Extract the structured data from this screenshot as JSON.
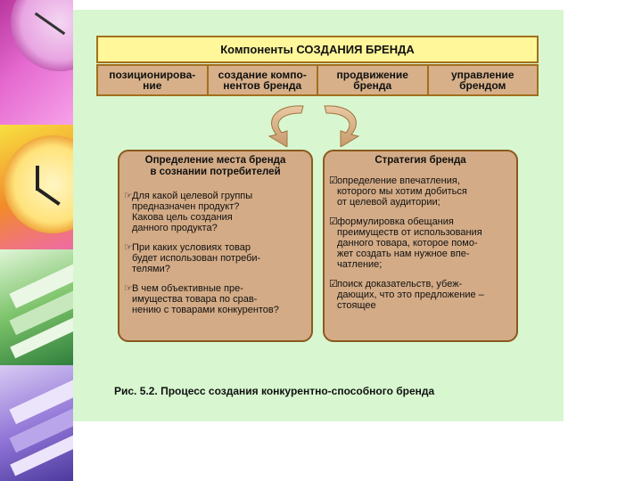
{
  "header": {
    "title": "Компоненты СОЗДАНИЯ БРЕНДА"
  },
  "components": [
    {
      "label": "позиционирова-\nние"
    },
    {
      "label": "создание компо-\nнентов бренда"
    },
    {
      "label": "продвижение\nбренда"
    },
    {
      "label": "управление\nбрендом"
    }
  ],
  "left_box": {
    "title": "Определение места бренда\nв сознании потребителей",
    "items": [
      {
        "icon": "pointing-hand-icon",
        "text": "Для какой целевой группы\nпредназначен продукт?\nКакова цель создания\nданного продукта?"
      },
      {
        "icon": "pointing-hand-icon",
        "text": "При каких условиях товар\nбудет использован потреби-\nтелями?"
      },
      {
        "icon": "pointing-hand-icon",
        "text": "В чем объективные пре-\nимущества товара по срав-\nнению с товарами конкурентов?"
      }
    ]
  },
  "right_box": {
    "title": "Стратегия бренда",
    "items": [
      {
        "icon": "checkbox-icon",
        "text": "определение впечатления,\nкоторого мы хотим добиться\nот целевой аудитории;"
      },
      {
        "icon": "checkbox-icon",
        "text": "формулировка обещания\nпреимуществ от использования\nданного товара, которое помо-\nжет создать нам нужное впе-\nчатление;"
      },
      {
        "icon": "checkbox-icon",
        "text": "поиск доказательств, убеж-\nдающих, что это предложение –\nстоящее"
      }
    ]
  },
  "caption": "Рис. 5.2. Процесс создания конкурентно-способного бренда",
  "colors": {
    "panel": "#d8f7d0",
    "header": "#fff79a",
    "box": "#d3ab86",
    "border": "#8a5a1e",
    "arrow": "#d7b089"
  }
}
